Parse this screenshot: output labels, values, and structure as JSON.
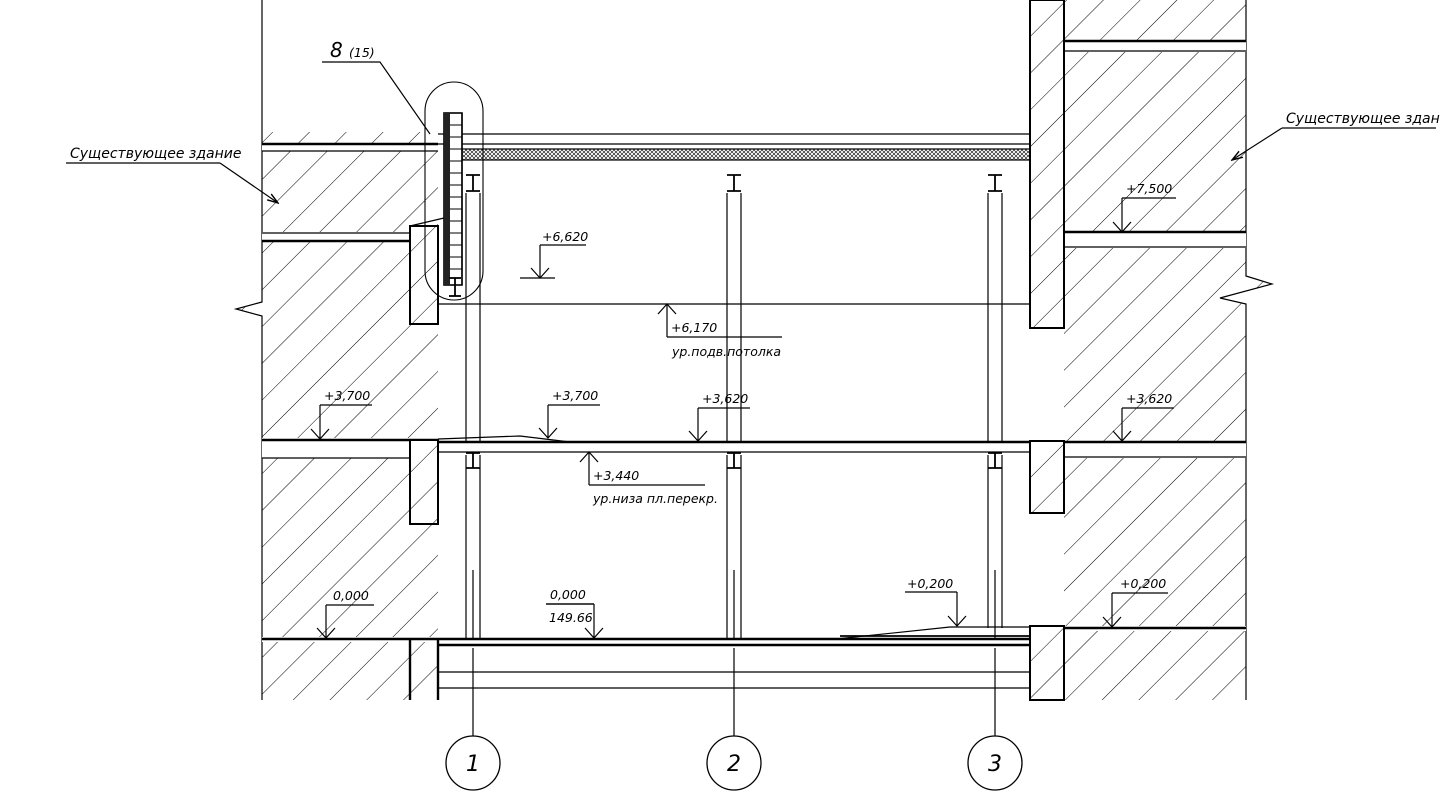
{
  "labels": {
    "existing_left": "Существующее здание",
    "existing_right": "Существующее здание",
    "callout_main": "8",
    "callout_sub": "(15)",
    "ceiling_note": "ур.подв.потолка",
    "slab_note": "ур.низа пл.перекр."
  },
  "elevations": {
    "e6620": "+6,620",
    "e6170": "+6,170",
    "e7500": "+7,500",
    "e3700_left": "+3,700",
    "e3700_mid": "+3,700",
    "e3620_mid": "+3,620",
    "e3620_right": "+3,620",
    "e3440": "+3,440",
    "e0000_left": "0,000",
    "e0000_mid": "0,000",
    "e14966": "149.66",
    "e0200_mid": "+0,200",
    "e0200_right": "+0,200"
  },
  "axes": [
    "1",
    "2",
    "3"
  ],
  "colors": {
    "line": "#000000",
    "background": "#ffffff"
  }
}
